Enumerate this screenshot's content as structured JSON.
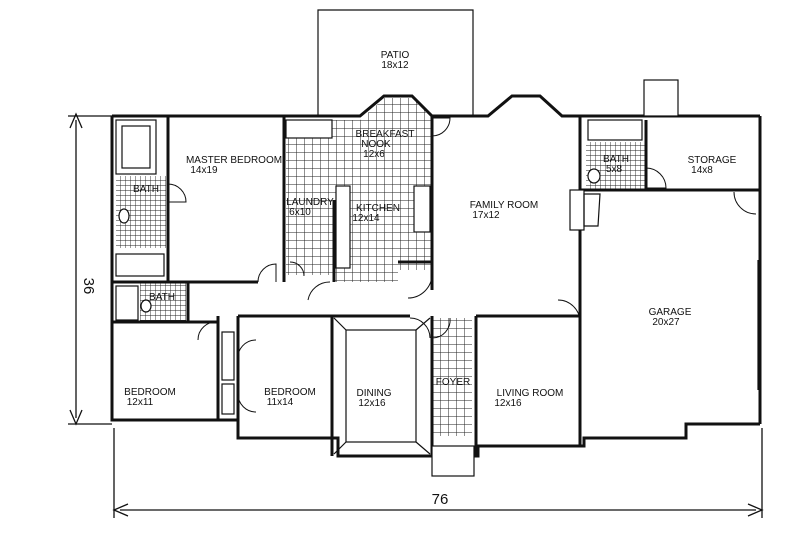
{
  "rooms": {
    "patio": {
      "name": "PATIO",
      "size": "18x12"
    },
    "breakfast": {
      "name": "BREAKFAST",
      "name2": "NOOK",
      "size": "12x6"
    },
    "master": {
      "name": "MASTER BEDROOM",
      "size": "14x19"
    },
    "laundry": {
      "name": "LAUNDRY",
      "size": "6x10"
    },
    "kitchen": {
      "name": "KITCHEN",
      "size": "12x14"
    },
    "family": {
      "name": "FAMILY ROOM",
      "size": "17x12"
    },
    "master_bath": {
      "name": "BATH",
      "size": ""
    },
    "bath2": {
      "name": "BATH",
      "size": ""
    },
    "bath3": {
      "name": "BATH",
      "size": "5x8"
    },
    "storage": {
      "name": "STORAGE",
      "size": "14x8"
    },
    "garage": {
      "name": "GARAGE",
      "size": "20x27"
    },
    "bedroom1": {
      "name": "BEDROOM",
      "size": "12x11"
    },
    "bedroom2": {
      "name": "BEDROOM",
      "size": "11x14"
    },
    "dining": {
      "name": "DINING",
      "size": "12x16"
    },
    "foyer": {
      "name": "FOYER",
      "size": ""
    },
    "living": {
      "name": "LIVING ROOM",
      "size": "12x16"
    }
  },
  "dimensions": {
    "depth": "36",
    "width": "76"
  },
  "colors": {
    "line": "#111111",
    "background": "#ffffff"
  }
}
